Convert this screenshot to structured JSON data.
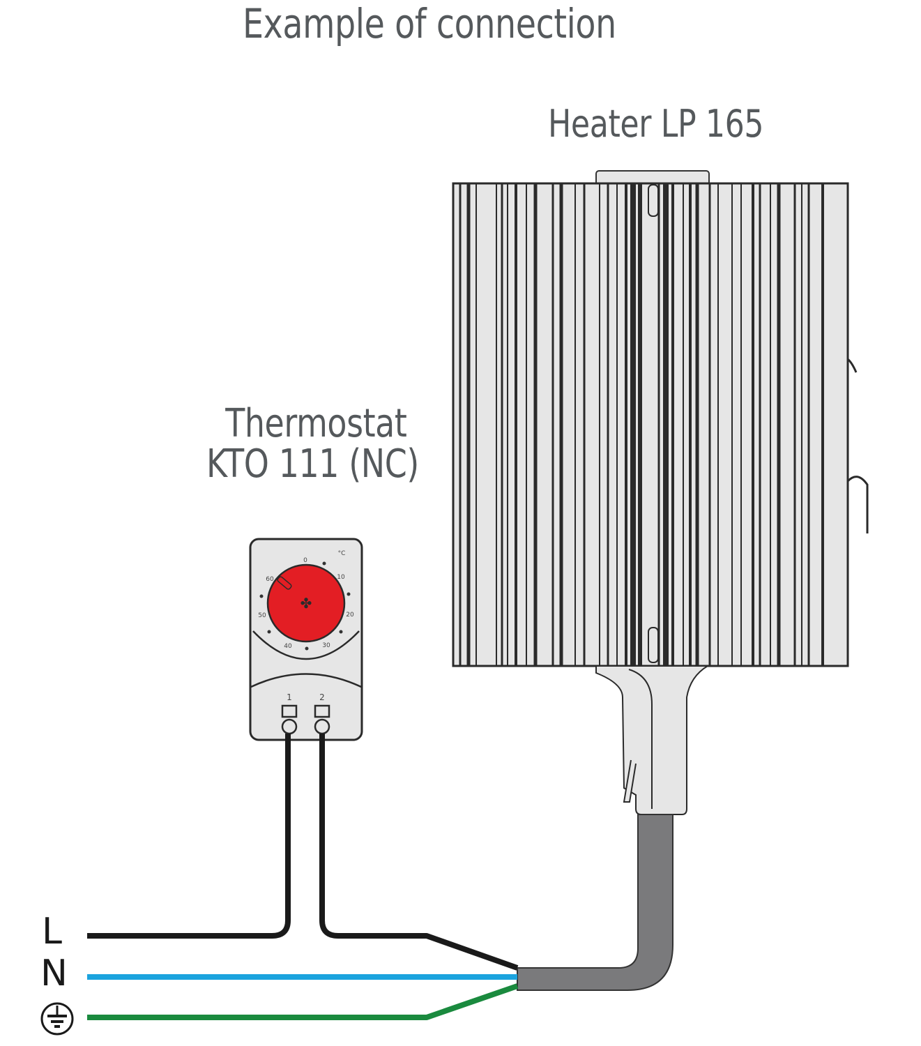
{
  "diagram": {
    "title": "Example of connection",
    "heater": {
      "label": "Heater LP 165",
      "body_color": "#e6e6e6",
      "line_color": "#2a2a2a"
    },
    "thermostat": {
      "label_line1": "Thermostat",
      "label_line2": "KTO 111 (NC)",
      "unit": "°C",
      "dial_color": "#e31e24",
      "scale_marks": [
        "0",
        "10",
        "20",
        "30",
        "40",
        "50",
        "60"
      ],
      "terminals": [
        "1",
        "2"
      ]
    },
    "wires": [
      {
        "name": "L",
        "label": "L",
        "color": "#1a1a1a"
      },
      {
        "name": "N",
        "label": "N",
        "color": "#1ba3de"
      },
      {
        "name": "PE",
        "label": "earth-symbol",
        "color": "#1a8a3e"
      }
    ],
    "cable": {
      "color": "#7a7a7c"
    }
  }
}
